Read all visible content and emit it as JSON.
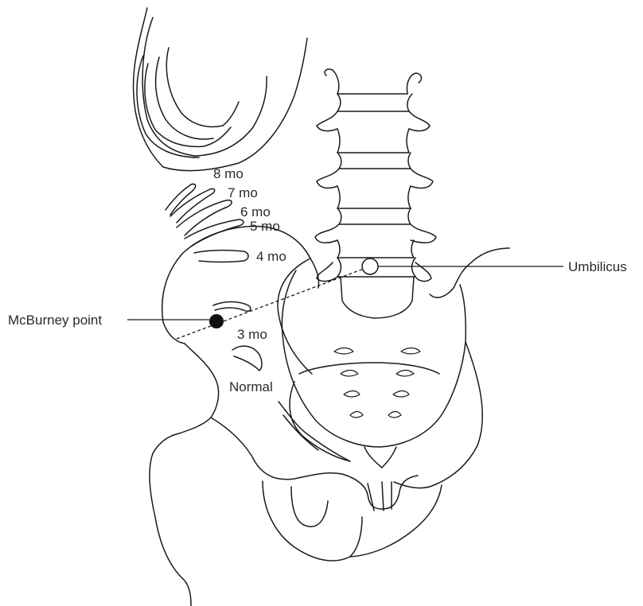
{
  "labels": {
    "mcburney": "McBurney point",
    "umbilicus": "Umbilicus",
    "normal": "Normal",
    "mo3": "3 mo",
    "mo4": "4 mo",
    "mo5": "5 mo",
    "mo6": "6 mo",
    "mo7": "7 mo",
    "mo8": "8 mo"
  },
  "colors": {
    "line": "#1a1a1a",
    "text": "#2a2a2a",
    "background": "#ffffff"
  }
}
